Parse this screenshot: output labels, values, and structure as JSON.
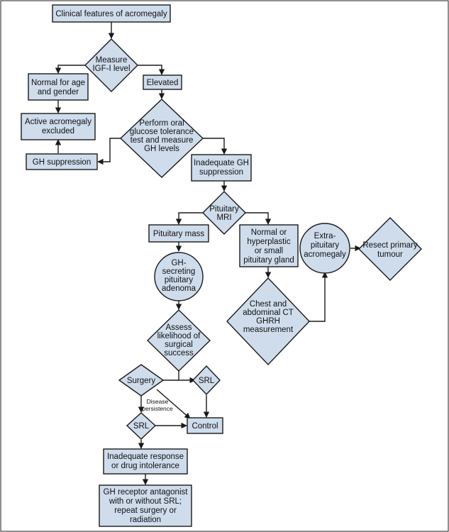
{
  "nodes": {
    "clinical": [
      "Clinical features of acromegaly"
    ],
    "measure_igf": [
      "Measure",
      "IGF-I level"
    ],
    "normal_age": [
      "Normal for age",
      "and gender"
    ],
    "elevated": [
      "Elevated"
    ],
    "active_excluded": [
      "Active acromegaly",
      "excluded"
    ],
    "ogtt": [
      "Perform oral",
      "glucose tolerance",
      "test and measure",
      "GH levels"
    ],
    "gh_suppression": [
      "GH suppression"
    ],
    "inadequate_gh": [
      "Inadequate GH",
      "suppression"
    ],
    "pituitary_mri": [
      "Pituitary",
      "MRI"
    ],
    "pituitary_mass": [
      "Pituitary mass"
    ],
    "normal_gland": [
      "Normal or",
      "hyperplastic",
      "or small",
      "pituitary gland"
    ],
    "extra_pituitary": [
      "Extra-",
      "pituitary",
      "acromegaly"
    ],
    "resect": [
      "Resect primary",
      "tumour"
    ],
    "gh_adenoma": [
      "GH-",
      "secreting",
      "pituitary",
      "adenoma"
    ],
    "chest_ct": [
      "Chest and",
      "abdominal CT",
      "GHRH",
      "measurement"
    ],
    "assess": [
      "Assess",
      "likelihood of",
      "surgical",
      "success"
    ],
    "surgery": [
      "Surgery"
    ],
    "srl_right": [
      "SRL"
    ],
    "disease_persistence": [
      "Disease",
      "persistence"
    ],
    "srl_lower": [
      "SRL"
    ],
    "control": [
      "Control"
    ],
    "inadequate_response": [
      "Inadequate response",
      "or drug intolerance"
    ],
    "gh_antagonist": [
      "GH receptor antagonist",
      "with or without SRL;",
      "repeat surgery or",
      "radiation"
    ]
  },
  "colors": {
    "fill": "#cfdcec",
    "stroke": "#1a1a1a",
    "text": "#111111"
  }
}
